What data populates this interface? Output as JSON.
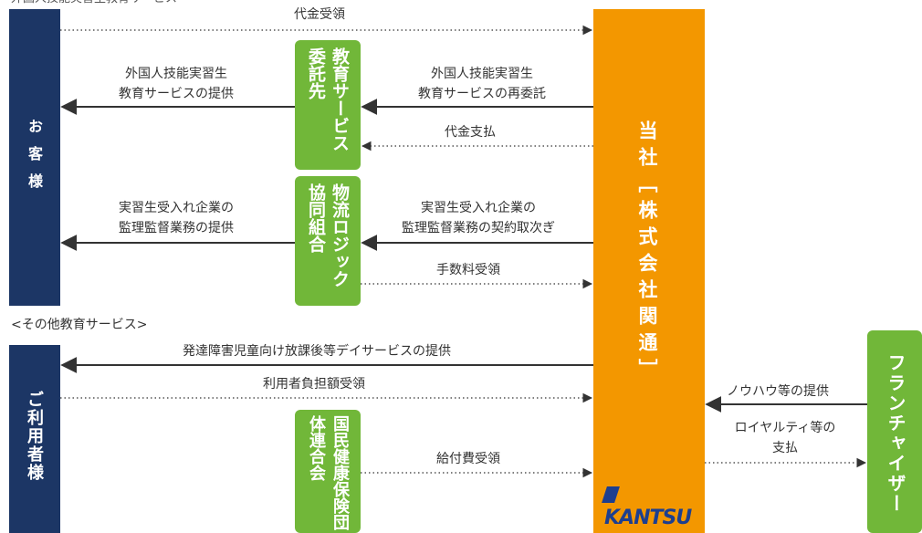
{
  "header_cutoff": "外国人技能実習生教育サービス",
  "customer_box": "お客様",
  "user_box": "ご利用者様",
  "company_box": "当社［株式会社関通］",
  "logo_text": "KANTSU",
  "edu_box": "教育サービス委託先",
  "logistics_box": "物流ロジック協同組合",
  "health_box": "国民健康保険団体連合会",
  "franchise_box": "フランチャイザー",
  "other_heading": "<その他教育サービス>",
  "labels": {
    "fee_received": "代金受領",
    "training_provided_1": "外国人技能実習生",
    "training_provided_2": "教育サービスの提供",
    "training_reconsign_1": "外国人技能実習生",
    "training_reconsign_2": "教育サービスの再委託",
    "payment_made": "代金支払",
    "supervision_provided_1": "実習生受入れ企業の",
    "supervision_provided_2": "監理監督業務の提供",
    "supervision_agency_1": "実習生受入れ企業の",
    "supervision_agency_2": "監理監督業務の契約取次ぎ",
    "commission_received": "手数料受領",
    "day_service": "発達障害児童向け放課後等デイサービスの提供",
    "user_share_received": "利用者負担額受領",
    "benefit_received": "給付費受領",
    "knowhow": "ノウハウ等の提供",
    "royalty_1": "ロイヤルティ等の",
    "royalty_2": "支払"
  },
  "colors": {
    "navy": "#1c3665",
    "green": "#71b739",
    "orange": "#f39700",
    "arrow": "#333333"
  }
}
